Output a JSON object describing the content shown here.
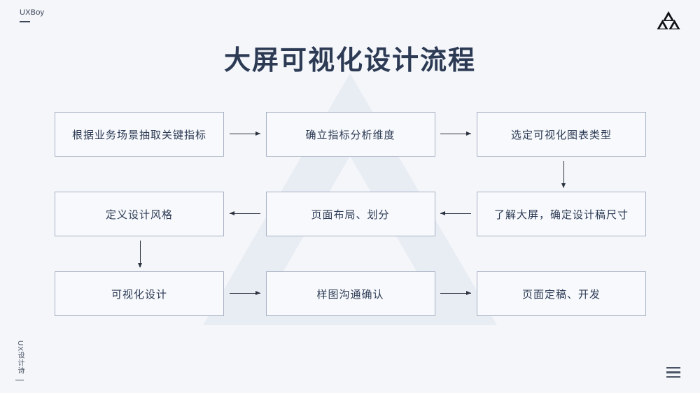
{
  "header": {
    "brand": "UXBoy",
    "logo_icon": "triangle-trio-logo"
  },
  "title": "大屏可视化设计流程",
  "flow": {
    "rows": [
      {
        "direction": "left-to-right",
        "nodes": [
          "根据业务场景抽取关键指标",
          "确立指标分析维度",
          "选定可视化图表类型"
        ],
        "connectors": [
          "arrow-right",
          "arrow-right"
        ]
      },
      {
        "direction": "right-to-left",
        "nodes": [
          "定义设计风格",
          "页面布局、划分",
          "了解大屏，确定设计稿尺寸"
        ],
        "connectors": [
          "arrow-left",
          "arrow-left"
        ]
      },
      {
        "direction": "left-to-right",
        "nodes": [
          "可视化设计",
          "样图沟通确认",
          "页面定稿、开发"
        ],
        "connectors": [
          "arrow-right",
          "arrow-right"
        ]
      }
    ],
    "vertical_connectors": [
      {
        "from": "选定可视化图表类型",
        "to": "了解大屏，确定设计稿尺寸",
        "icon": "arrow-down"
      },
      {
        "from": "定义设计风格",
        "to": "可视化设计",
        "icon": "arrow-down"
      }
    ]
  },
  "footer": {
    "vertical_brand": "UX设计诗",
    "menu_icon": "hamburger-menu-icon"
  },
  "colors": {
    "background": "#f4f6fa",
    "title_text": "#2c3a54",
    "node_border": "#a8b2c4",
    "node_fill": "#f7f9fc",
    "arrow": "#2c3340",
    "watermark": "#e7ebf2"
  }
}
